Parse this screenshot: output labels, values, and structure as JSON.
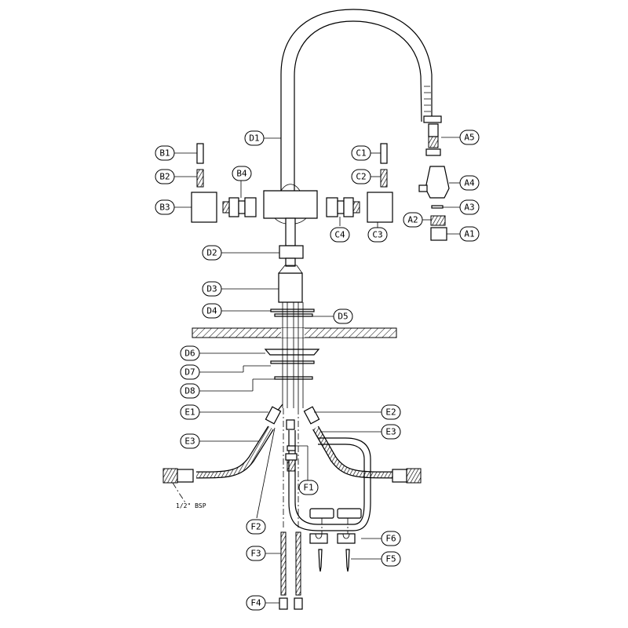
{
  "labels": {
    "A1": "A1",
    "A2": "A2",
    "A3": "A3",
    "A4": "A4",
    "A5": "A5",
    "B1": "B1",
    "B2": "B2",
    "B3": "B3",
    "B4": "B4",
    "C1": "C1",
    "C2": "C2",
    "C3": "C3",
    "C4": "C4",
    "D1": "D1",
    "D2": "D2",
    "D3": "D3",
    "D4": "D4",
    "D5": "D5",
    "D6": "D6",
    "D7": "D7",
    "D8": "D8",
    "E1": "E1",
    "E2": "E2",
    "E3_left": "E3",
    "E3_right": "E3",
    "F1": "F1",
    "F2": "F2",
    "F3": "F3",
    "F4": "F4",
    "F5": "F5",
    "F6": "F6"
  },
  "notes": {
    "thread": "1/2\" BSP"
  },
  "colors": {
    "line": "#000000",
    "background": "#ffffff"
  }
}
